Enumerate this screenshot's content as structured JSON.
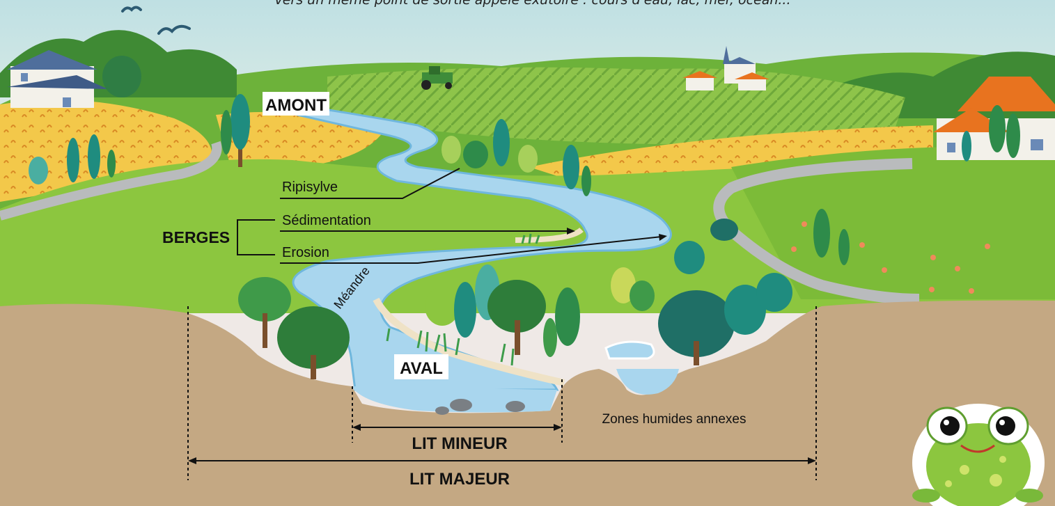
{
  "intro_text": "vers un même point de sortie appelé exutoire : cours d'eau, lac, mer, océan...",
  "labels": {
    "amont": "AMONT",
    "aval": "AVAL",
    "berges": "BERGES",
    "ripisylve": "Ripisylve",
    "sedimentation": "Sédimentation",
    "erosion": "Erosion",
    "meandre": "Méandre",
    "zones_humides": "Zones humides annexes",
    "lit_mineur": "LIT MINEUR",
    "lit_majeur": "LIT MAJEUR"
  },
  "colors": {
    "sky": "#d8ebe6",
    "water": "#a9d6ee",
    "water_edge": "#6fb7dd",
    "soil": "#c4a883",
    "meadow": "#86c240",
    "meadow_dark": "#5c9f2e",
    "field_yellow": "#f2c53d",
    "road": "#b9bbbd",
    "roof_orange": "#e8731f",
    "roof_blue": "#4f6e9c",
    "frog": "#8cc63f"
  },
  "icons": [
    "frog-mascot-icon",
    "tractor-icon",
    "village-icon",
    "house-icon",
    "bird-icon",
    "tree-icon"
  ]
}
